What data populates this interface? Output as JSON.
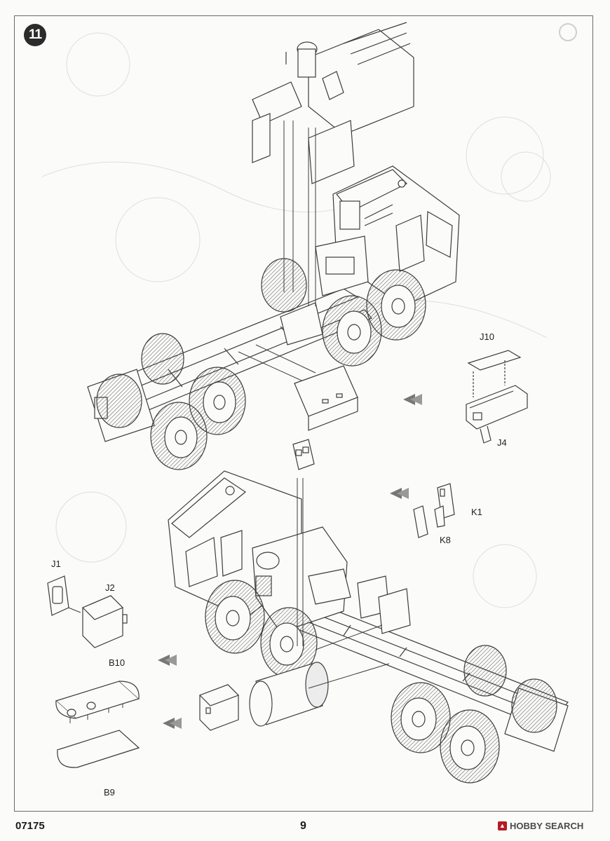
{
  "step_number": "11",
  "part_labels": {
    "j10": "J10",
    "j4": "J4",
    "k1": "K1",
    "k8": "K8",
    "j1": "J1",
    "j2": "J2",
    "b10": "B10",
    "b9": "B9"
  },
  "footer": {
    "product_code": "07175",
    "page_number": "9",
    "watermark_text": "HOBBY SEARCH",
    "watermark_logo": "hobbysearch-logo-icon"
  },
  "colors": {
    "line": "#3c3c3c",
    "faint": "#b8b8b8",
    "paper": "#fbfbfa",
    "badge": "#2b2b2b",
    "watermark": "#b31d24"
  }
}
